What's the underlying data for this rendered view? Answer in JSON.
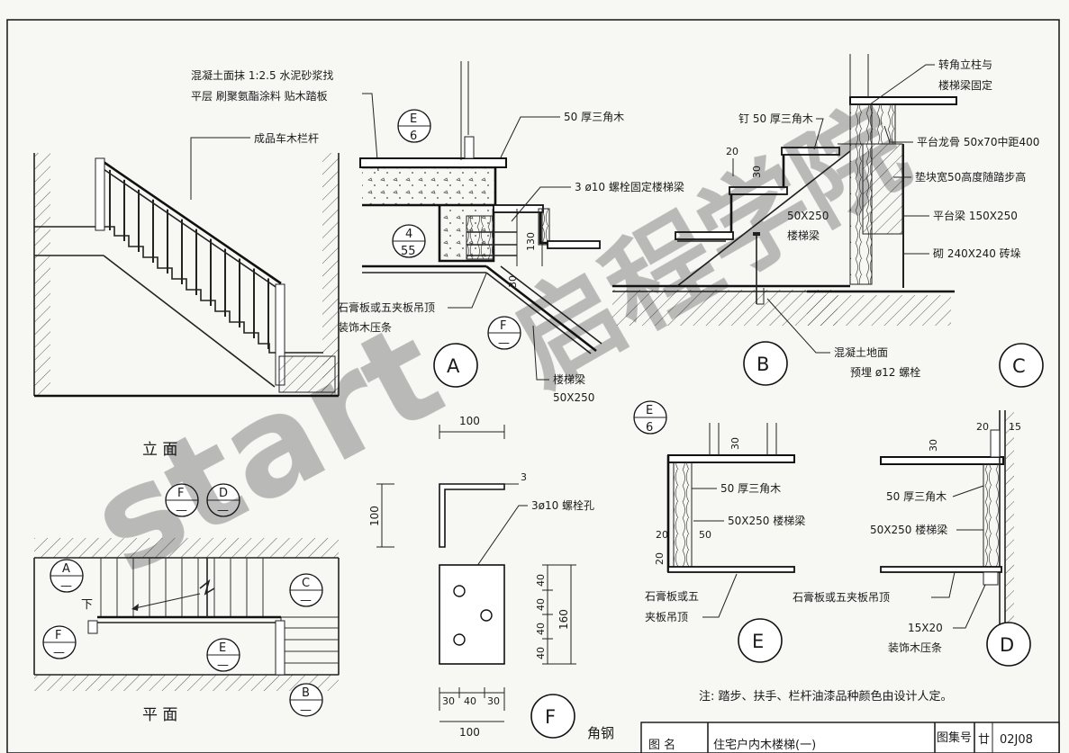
{
  "sheet": {
    "elevation_title": "立 面",
    "plan_title": "平 面",
    "note": "注:  踏步、扶手、栏杆油漆品种颜色由设计人定。",
    "titleblock": {
      "name_label": "图 名",
      "name_value": "住宅户内木楼梯(一)",
      "atlas_label": "图集号",
      "atlas_value": "02J08",
      "chevron_mark": "廿"
    }
  },
  "elevation": {
    "label_top_1": "混凝土面抹 1:2.5 水泥砂浆找",
    "label_top_2": "平层  刷聚氨酯涂料  贴木踏板",
    "label_baluster": "成品车木栏杆"
  },
  "detail_a": {
    "label_wood": "50 厚三角木",
    "label_bolt": "3 ø10 螺栓固定楼梯梁",
    "label_ceiling_1": "石膏板或五夹板吊顶",
    "label_ceiling_2": "装饰木压条",
    "label_beam_1": "楼梯梁",
    "label_beam_2": "50X250",
    "dim_130": "130",
    "dim_30": "30"
  },
  "detail_b": {
    "label_nail": "钉 50 厚三角木",
    "dim_20": "20",
    "dim_30": "30",
    "label_beam_1": "50X250",
    "label_beam_2": "楼梯梁",
    "label_ground": "混凝土地面",
    "label_embed": "预埋 ø12 螺栓"
  },
  "detail_c": {
    "label_post_1": "转角立柱与",
    "label_post_2": "楼梯梁固定",
    "label_joist": "平台龙骨 50x70中距400",
    "label_pad": "垫块宽50高度随踏步高",
    "label_beam": "平台梁 150X250",
    "label_brick": "砌 240X240  砖垛"
  },
  "detail_e": {
    "dim_30": "30",
    "dim_20a": "20",
    "dim_50": "50",
    "dim_20b": "20",
    "label_wood": "50 厚三角木",
    "label_beam": "50X250  楼梯梁",
    "label_ceiling_1": "石膏板或五",
    "label_ceiling_2": "夹板吊顶"
  },
  "detail_d": {
    "dim_20": "20",
    "dim_15": "15",
    "dim_30": "30",
    "label_wood": "50 厚三角木",
    "label_beam": "50X250  楼梯梁",
    "label_ceiling": "石膏板或五夹板吊顶",
    "label_strip_1": "15X20",
    "label_strip_2": "装饰木压条"
  },
  "detail_f": {
    "dim_top": "100",
    "dim_side": "100",
    "dim_3": "3",
    "label_hole": "3ø10  螺栓孔",
    "dims_v": [
      "40",
      "40",
      "40",
      "40"
    ],
    "dim_total": "160",
    "dims_h": [
      "30",
      "40",
      "30"
    ],
    "dim_bottom": "100",
    "label_angle": "角钢"
  },
  "callouts": {
    "A": "A",
    "B": "B",
    "C": "C",
    "D": "D",
    "E": "E",
    "F": "F",
    "ref_e": "E",
    "ref_e_sheet": "6",
    "ref_4": "4",
    "ref_4_sheet": "55",
    "dash": "—",
    "down_label": "下"
  },
  "watermark": {
    "text_latin": "start",
    "text_cjk": "启程学院"
  }
}
